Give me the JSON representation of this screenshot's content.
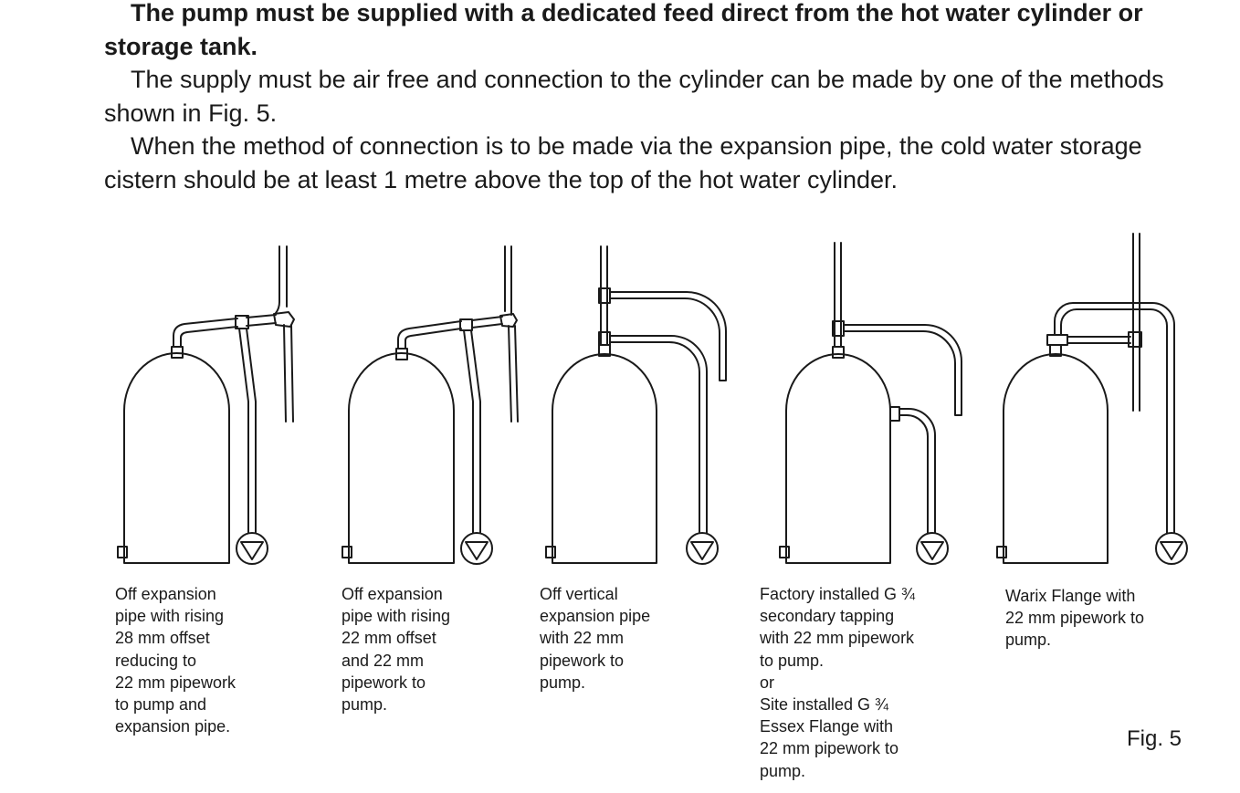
{
  "intro": {
    "bold_text": "The pump must be supplied with a dedicated feed direct from the hot water cylinder or storage tank.",
    "para1": "The supply must be air free and connection to the cylinder can be made by one of the methods shown in Fig. 5.",
    "para2": "When the method of connection is to be made via the expansion pipe, the cold water storage cistern should be at least 1 metre above the top of the hot water cylinder."
  },
  "figure": {
    "label": "Fig. 5",
    "captions": [
      "Off expansion\npipe with rising\n28 mm offset\nreducing to\n22 mm pipework\nto pump and\nexpansion pipe.",
      "Off expansion\npipe with rising\n22 mm offset\nand 22 mm\npipework to\npump.",
      "Off vertical\nexpansion pipe\nwith 22 mm\npipework to\npump.",
      "Factory installed G ¾\nsecondary tapping\nwith 22 mm pipework\nto pump.\n                 or\nSite installed G ¾\nEssex Flange with\n22 mm pipework to\npump.",
      "Warix Flange with\n22 mm pipework to\npump."
    ]
  }
}
